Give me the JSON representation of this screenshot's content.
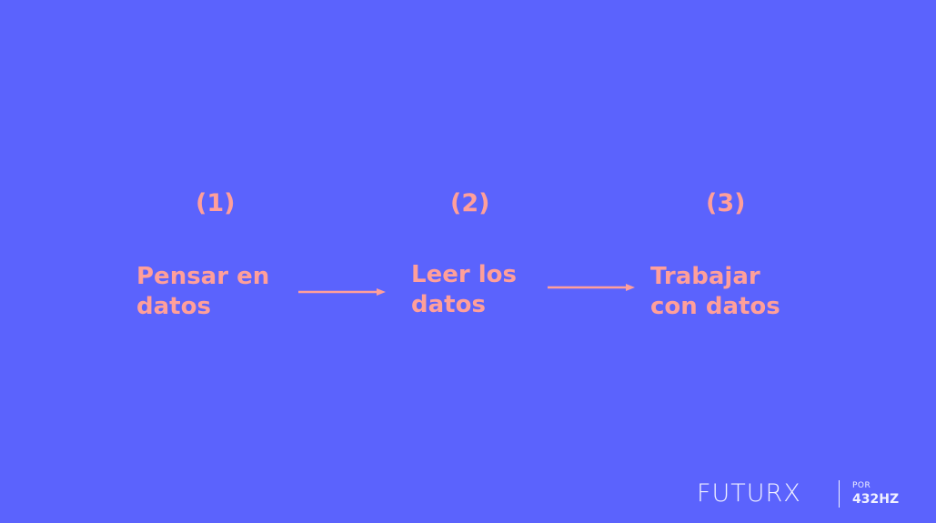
{
  "steps": [
    {
      "number": "(1)",
      "line1": "Pensar en",
      "line2": "datos"
    },
    {
      "number": "(2)",
      "line1": "Leer los",
      "line2": "datos"
    },
    {
      "number": "(3)",
      "line1": "Trabajar",
      "line2": "con datos"
    }
  ],
  "brand": {
    "name": "FUTURX",
    "por": "POR",
    "sub": "432HZ"
  },
  "colors": {
    "background": "#5b63fd",
    "accent": "#ff9f9a",
    "brand": "#f1f1ff"
  }
}
